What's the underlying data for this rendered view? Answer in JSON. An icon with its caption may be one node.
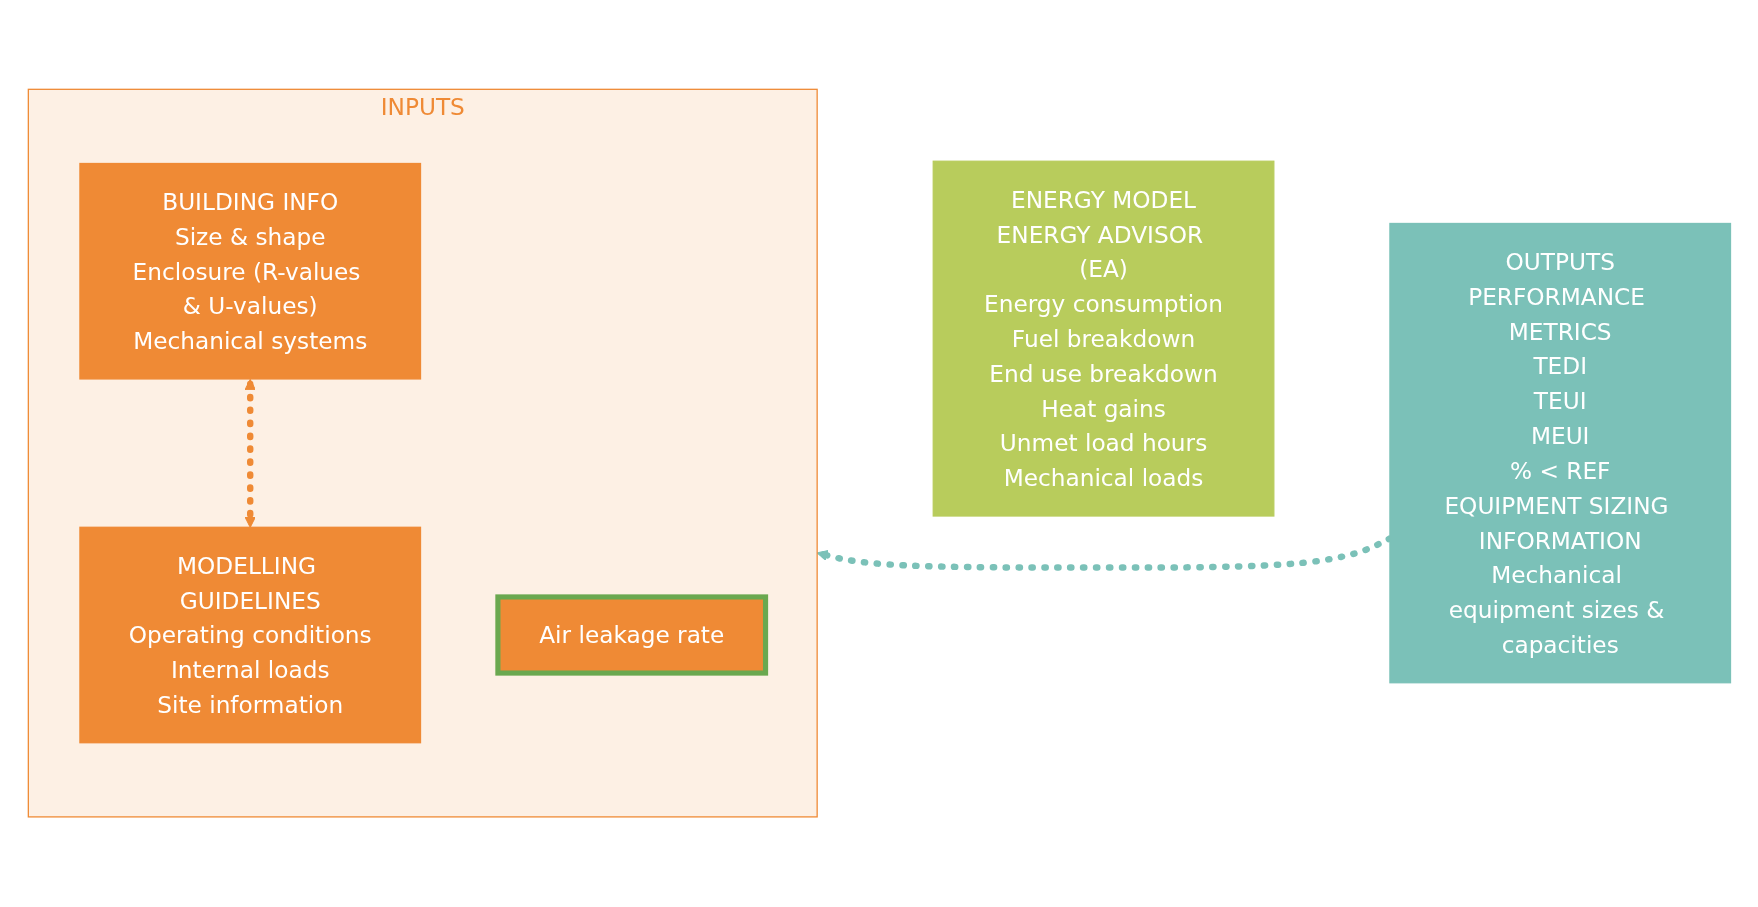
{
  "diagram": {
    "nodes": [
      {
        "text": [
          "INPUTS"
        ]
      },
      {
        "text": [
          "BUILDING INFO",
          "Size & shape",
          "Enclosure (R-values & U-values)",
          "Mechanical systems"
        ],
        "in": 0
      },
      {
        "text": [
          "MODELLING GUIDELINES",
          "Operating conditions",
          "Internal loads",
          "Site information"
        ],
        "in": 0
      },
      {
        "text": [
          "Air leakage rate"
        ],
        "in": 0
      },
      {
        "text": [
          "ENERGY MODEL",
          "ENERGY ADVISOR (EA)",
          "Energy consumption",
          "Fuel breakdown",
          "End use breakdown",
          "Heat gains",
          "Unmet load hours",
          "Mechanical loads"
        ]
      },
      {
        "text": [
          "OUTPUTS",
          "PERFORMANCE METRICS",
          "TEDI",
          "TEUI",
          "MEUI",
          "% < REF",
          "EQUIPMENT SIZING INFORMATION",
          "Mechanical equipment sizes & capacities"
        ]
      }
    ],
    "edges": [
      {
        "from": 1,
        "to": 2,
        "arrow": "both",
        "style": "dashed",
        "color": "#ef8a35"
      },
      {
        "from": 5,
        "to": 0,
        "arrow": "to",
        "style": "dashed",
        "color": "#7bc1b8"
      }
    ]
  }
}
